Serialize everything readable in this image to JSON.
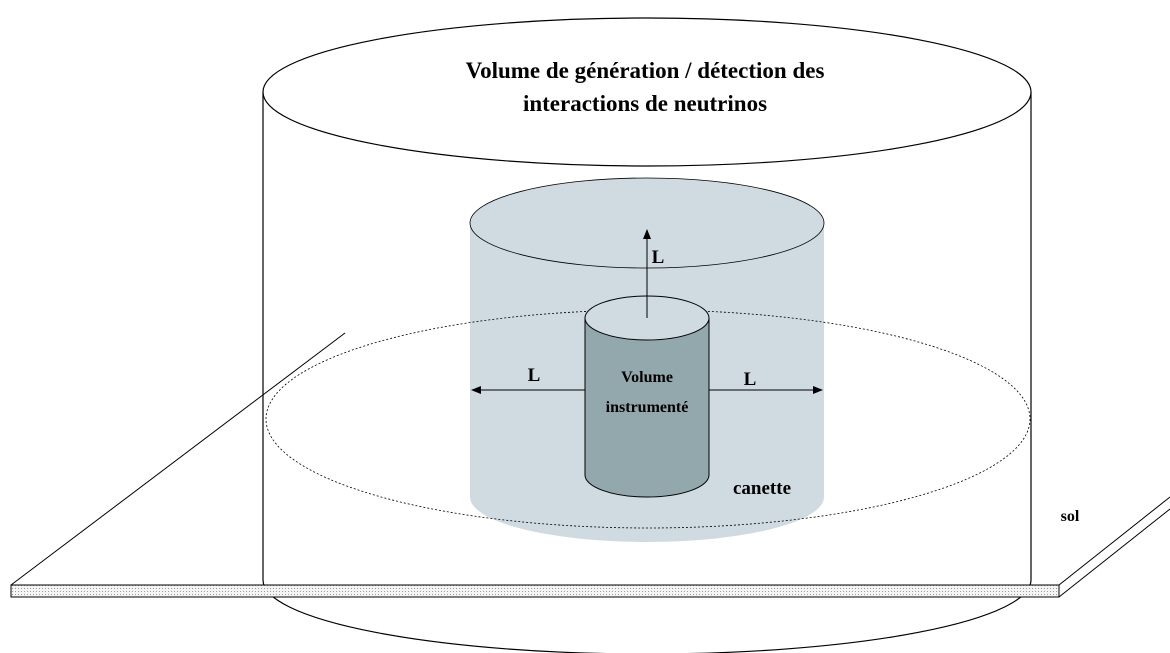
{
  "title": {
    "line1": "Volume de génération / détection des",
    "line2": "interactions de neutrinos"
  },
  "inner_cylinder": {
    "line1": "Volume",
    "line2": "instrumenté"
  },
  "labels": {
    "top_L": "L",
    "left_L": "L",
    "right_L": "L",
    "canette": "canette",
    "sol": "sol"
  },
  "colors": {
    "canette_fill": "#cfdbe1",
    "instrumented_fill": "#93a8ad",
    "ground_fill": "#f2f2f2",
    "stroke": "#000000"
  }
}
